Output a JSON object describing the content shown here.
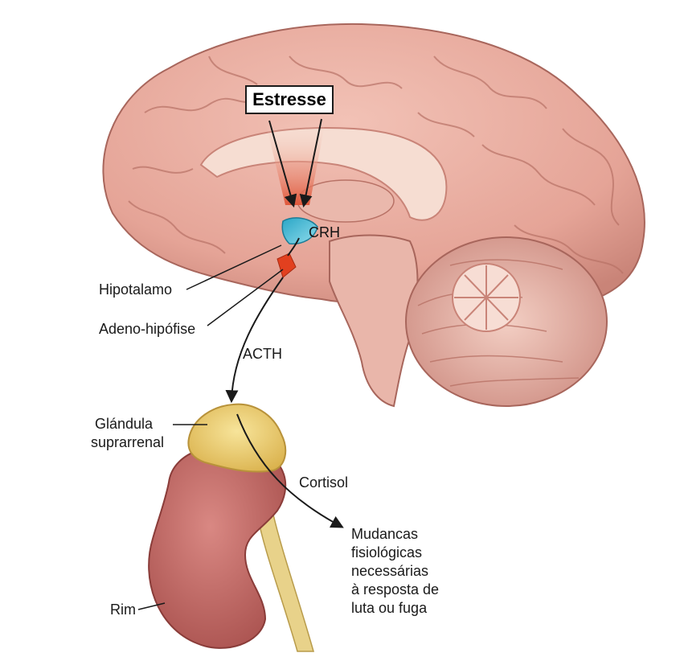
{
  "labels": {
    "stress": "Estresse",
    "crh": "CRH",
    "hypothalamus": "Hipotalamo",
    "adenohypophysis": "Adeno-hipófise",
    "acth": "ACTH",
    "adrenal_line1": "Glándula",
    "adrenal_line2": "suprarrenal",
    "cortisol": "Cortisol",
    "changes": [
      "Mudancas",
      "fisiológicas",
      "necessárias",
      "à resposta de",
      "luta ou fuga"
    ],
    "kidney": "Rim"
  },
  "colors": {
    "brain": "#e8aea2",
    "brain_shadow": "#c98478",
    "inner_light": "#f6ddd2",
    "crh_blue": "#36b8d4",
    "stress_red": "#e0573a",
    "pituitary_red": "#e2401f",
    "adrenal_yellow": "#ecd06e",
    "kidney": "#c46a66",
    "ureter": "#e8d28a"
  }
}
